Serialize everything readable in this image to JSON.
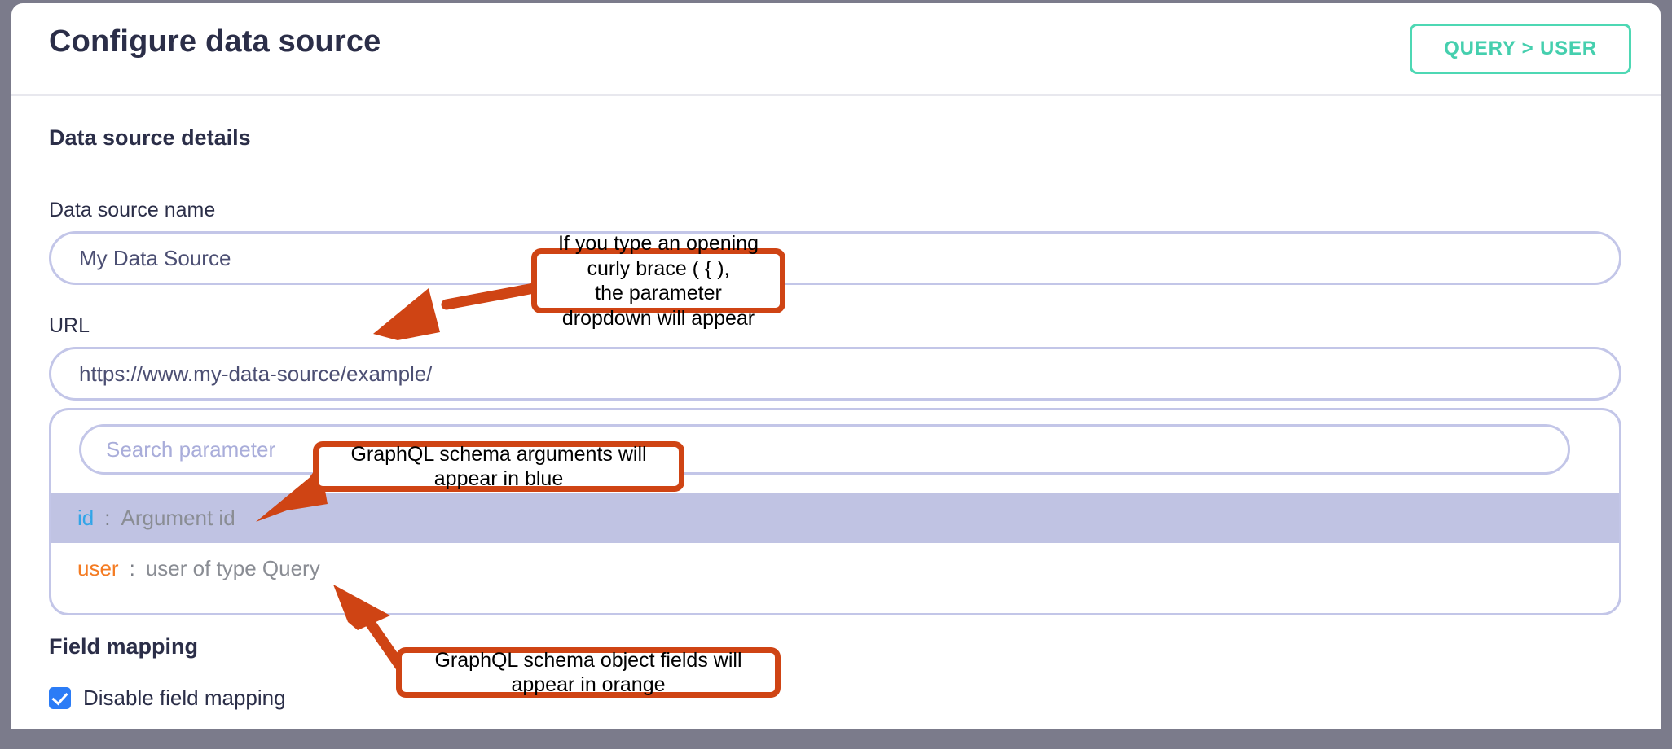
{
  "header": {
    "title": "Configure data source",
    "action_button_label": "QUERY > USER"
  },
  "sections": {
    "details_title": "Data source details",
    "mapping_title": "Field mapping"
  },
  "fields": {
    "data_source_name": {
      "label": "Data source name",
      "value": "My Data Source"
    },
    "url": {
      "label": "URL",
      "value": "https://www.my-data-source/example/"
    },
    "search_parameter": {
      "placeholder": "Search parameter",
      "value": ""
    }
  },
  "parameter_dropdown": {
    "items": [
      {
        "key": "id",
        "separator": ":",
        "description": "Argument id",
        "key_color": "#31a5e8",
        "kind": "argument",
        "highlighted": true
      },
      {
        "key": "user",
        "separator": ":",
        "description": "user of type Query",
        "key_color": "#f47b22",
        "kind": "object-field",
        "highlighted": false
      }
    ],
    "highlight_color": "#c0c3e3"
  },
  "field_mapping": {
    "checkbox_label": "Disable field mapping",
    "checked": true,
    "checkbox_color": "#2b7cf6"
  },
  "annotations": [
    {
      "id": "curly-brace",
      "line1": "If you type an opening curly brace ( { ),",
      "line2": "the parameter dropdown will appear"
    },
    {
      "id": "blue-args",
      "text": "GraphQL schema arguments will appear in blue"
    },
    {
      "id": "orange-fields",
      "text": "GraphQL schema object fields will appear in orange"
    }
  ],
  "colors": {
    "annotation": "#cf4414",
    "accent_button": "#4ed8b4",
    "input_border": "#c3c6e8",
    "text_dark": "#2b2e48",
    "window_chrome": "#7b7b8b"
  }
}
